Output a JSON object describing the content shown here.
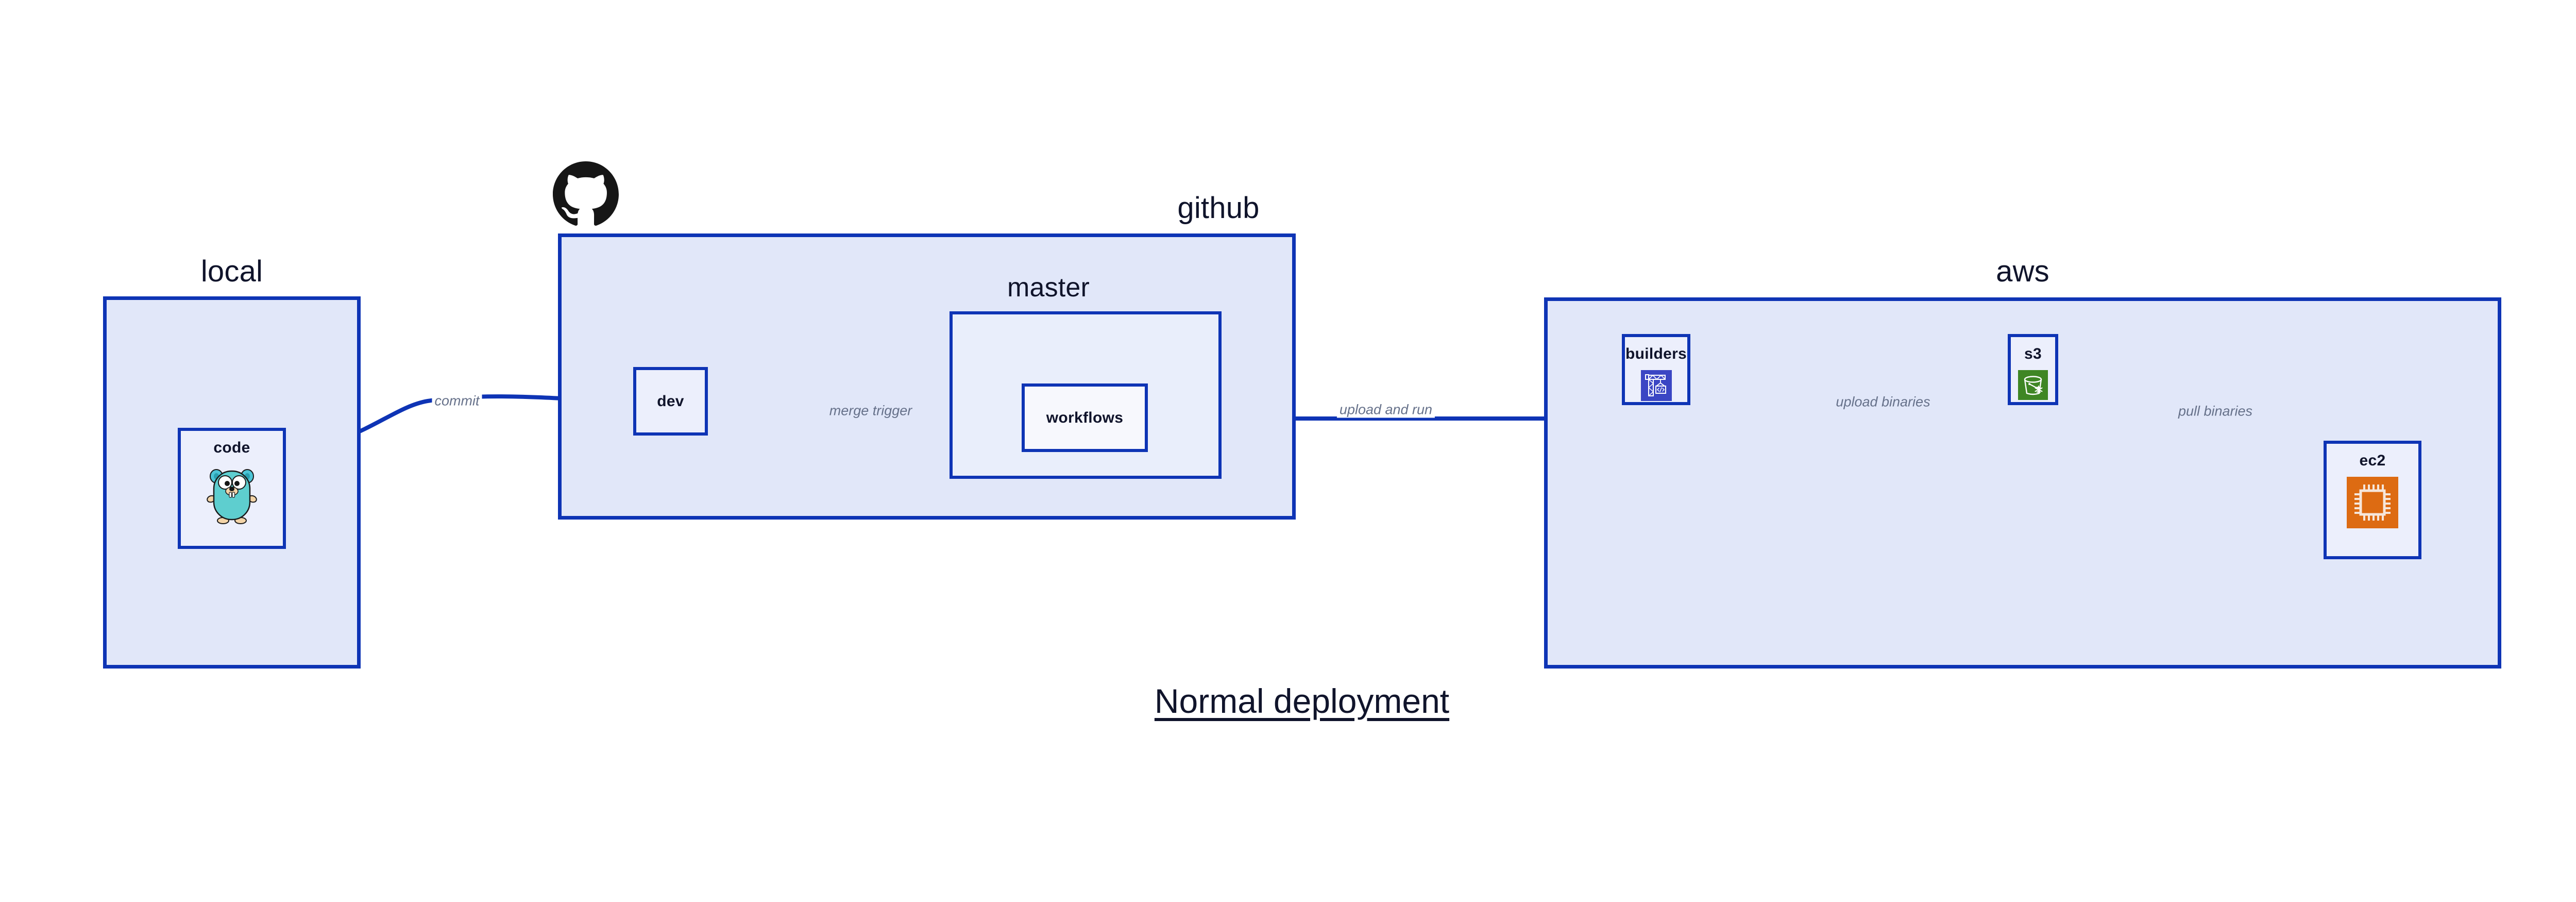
{
  "diagram": {
    "title": "Normal deployment",
    "accent_border": "#0e34b5",
    "group_fill": "#e1e7f9",
    "subgroup_fill": "#e9eefb",
    "node_fill": "#eceffc",
    "label_color": "#10142b",
    "edge_label_color": "#66718a",
    "background": "#ffffff"
  },
  "groups": {
    "local": {
      "label": "local"
    },
    "github": {
      "label": "github"
    },
    "master": {
      "label": "master"
    },
    "aws": {
      "label": "aws"
    }
  },
  "nodes": {
    "code": {
      "label": "code",
      "icon": "go-gopher-icon"
    },
    "dev": {
      "label": "dev",
      "icon": "none"
    },
    "workflows": {
      "label": "workflows",
      "icon": "none"
    },
    "builders": {
      "label": "builders",
      "icon": "crane-code-icon",
      "icon_color": "#3b46c4"
    },
    "s3": {
      "label": "s3",
      "icon": "s3-bucket-icon",
      "icon_color": "#3f8624"
    },
    "ec2": {
      "label": "ec2",
      "icon": "cpu-chip-icon",
      "icon_color": "#dd6b12"
    }
  },
  "edges": [
    {
      "id": "code-to-dev",
      "from": "code",
      "to": "dev",
      "label": "commit"
    },
    {
      "id": "dev-to-workflows",
      "from": "dev",
      "to": "workflows",
      "label": "merge trigger"
    },
    {
      "id": "workflows-to-builders",
      "from": "workflows",
      "to": "builders",
      "label": "upload and run"
    },
    {
      "id": "builders-to-s3",
      "from": "builders",
      "to": "s3",
      "label": "upload binaries"
    },
    {
      "id": "s3-to-ec2",
      "from": "s3",
      "to": "ec2",
      "label": "pull binaries"
    }
  ],
  "brand_marks": {
    "github": "github-logo-icon"
  }
}
